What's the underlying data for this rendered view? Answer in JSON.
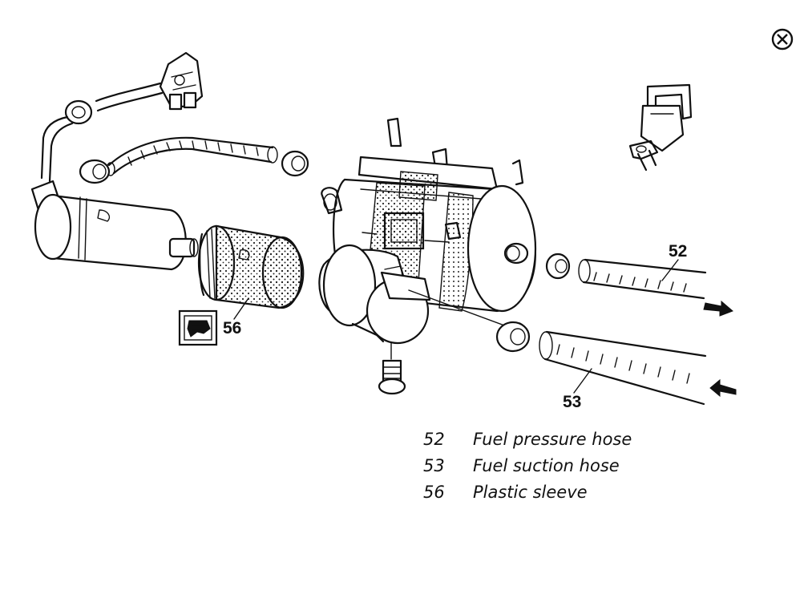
{
  "callouts": {
    "c52": "52",
    "c53": "53",
    "c56": "56"
  },
  "legend": [
    {
      "num": "52",
      "label": "Fuel pressure hose"
    },
    {
      "num": "53",
      "label": "Fuel suction hose"
    },
    {
      "num": "56",
      "label": "Plastic sleeve"
    }
  ],
  "icons": {
    "corner": "close-circle-icon",
    "tool": "tool-holder-icon",
    "symbol": "special-tool-symbol-icon"
  }
}
